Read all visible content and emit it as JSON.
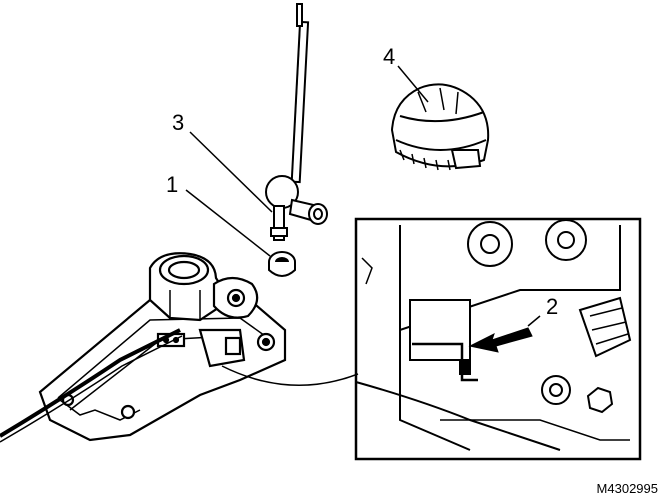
{
  "callouts": {
    "c1": "1",
    "c2": "2",
    "c3": "3",
    "c4": "4"
  },
  "figure_id": "M4302995"
}
